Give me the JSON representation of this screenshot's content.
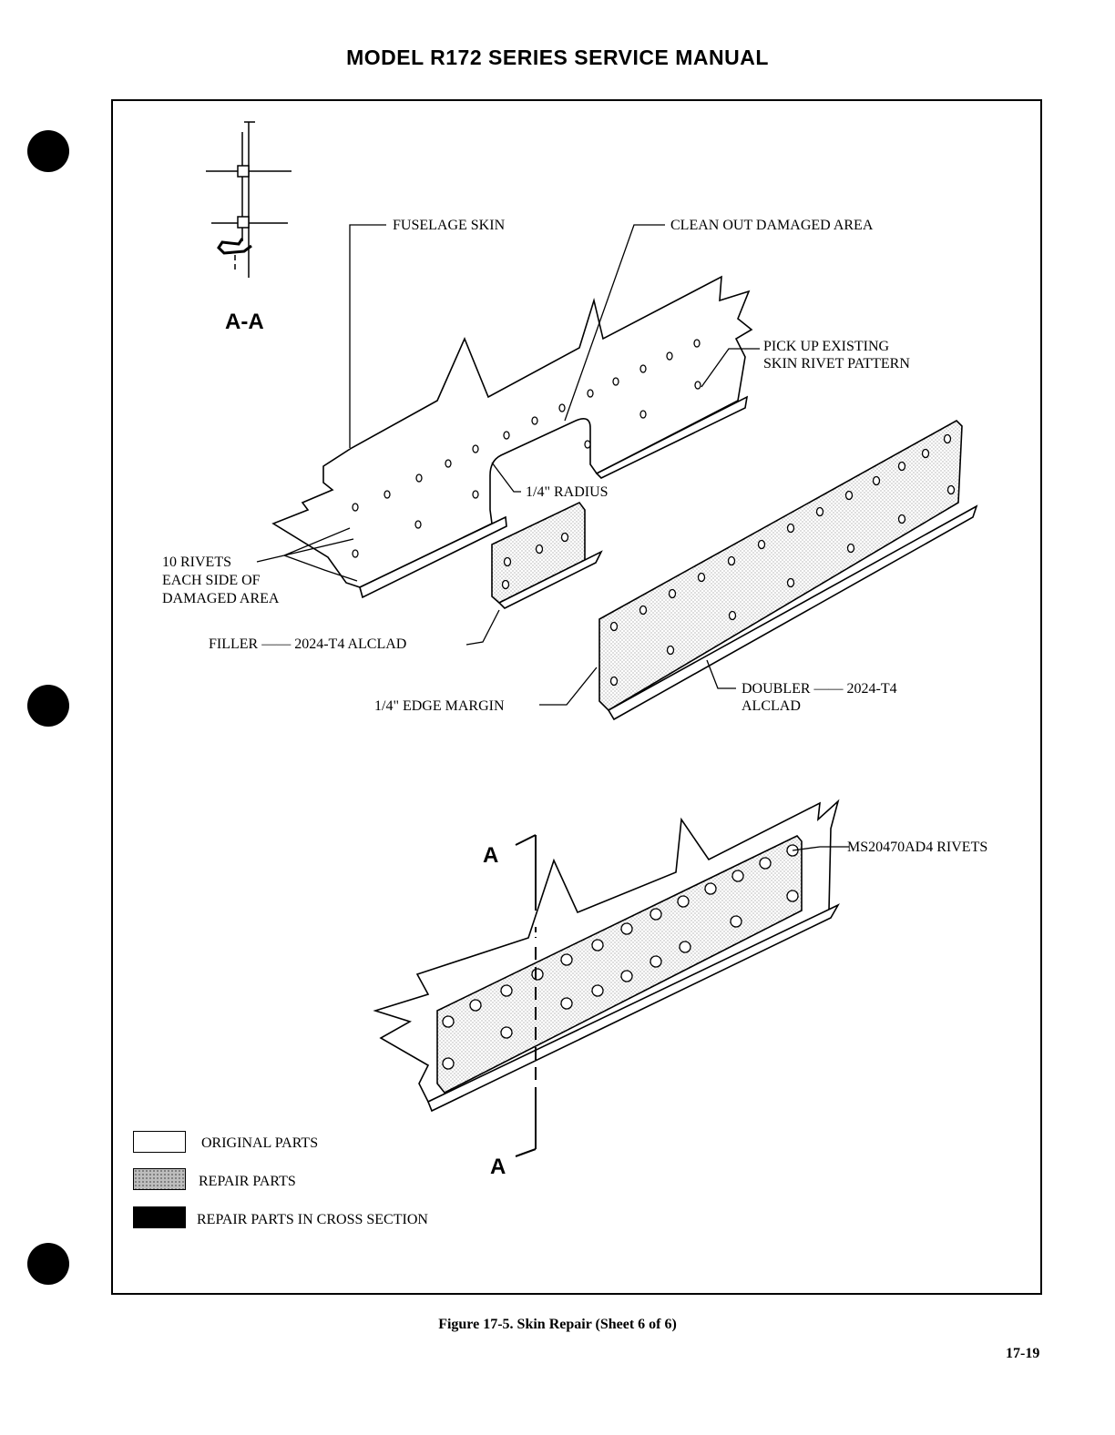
{
  "header": {
    "title": "MODEL R172 SERIES SERVICE MANUAL"
  },
  "section_label": "A-A",
  "labels": {
    "fuselage_skin": "FUSELAGE SKIN",
    "clean_out": "CLEAN OUT DAMAGED AREA",
    "pick_up_1": "PICK UP EXISTING",
    "pick_up_2": "SKIN RIVET PATTERN",
    "radius": "1/4\" RADIUS",
    "rivets_1": "10 RIVETS",
    "rivets_2": "EACH SIDE OF",
    "rivets_3": "DAMAGED AREA",
    "filler": "FILLER —— 2024-T4 ALCLAD",
    "edge_margin": "1/4\" EDGE MARGIN",
    "doubler_1": "DOUBLER —— 2024-T4",
    "doubler_2": "ALCLAD",
    "ms_rivets": "MS20470AD4 RIVETS",
    "cut_a_top": "A",
    "cut_a_bottom": "A"
  },
  "legend": {
    "original": "ORIGINAL PARTS",
    "repair": "REPAIR PARTS",
    "cross_section": "REPAIR PARTS IN CROSS SECTION"
  },
  "caption": "Figure 17-5.  Skin Repair (Sheet 6 of 6)",
  "page_number": "17-19"
}
